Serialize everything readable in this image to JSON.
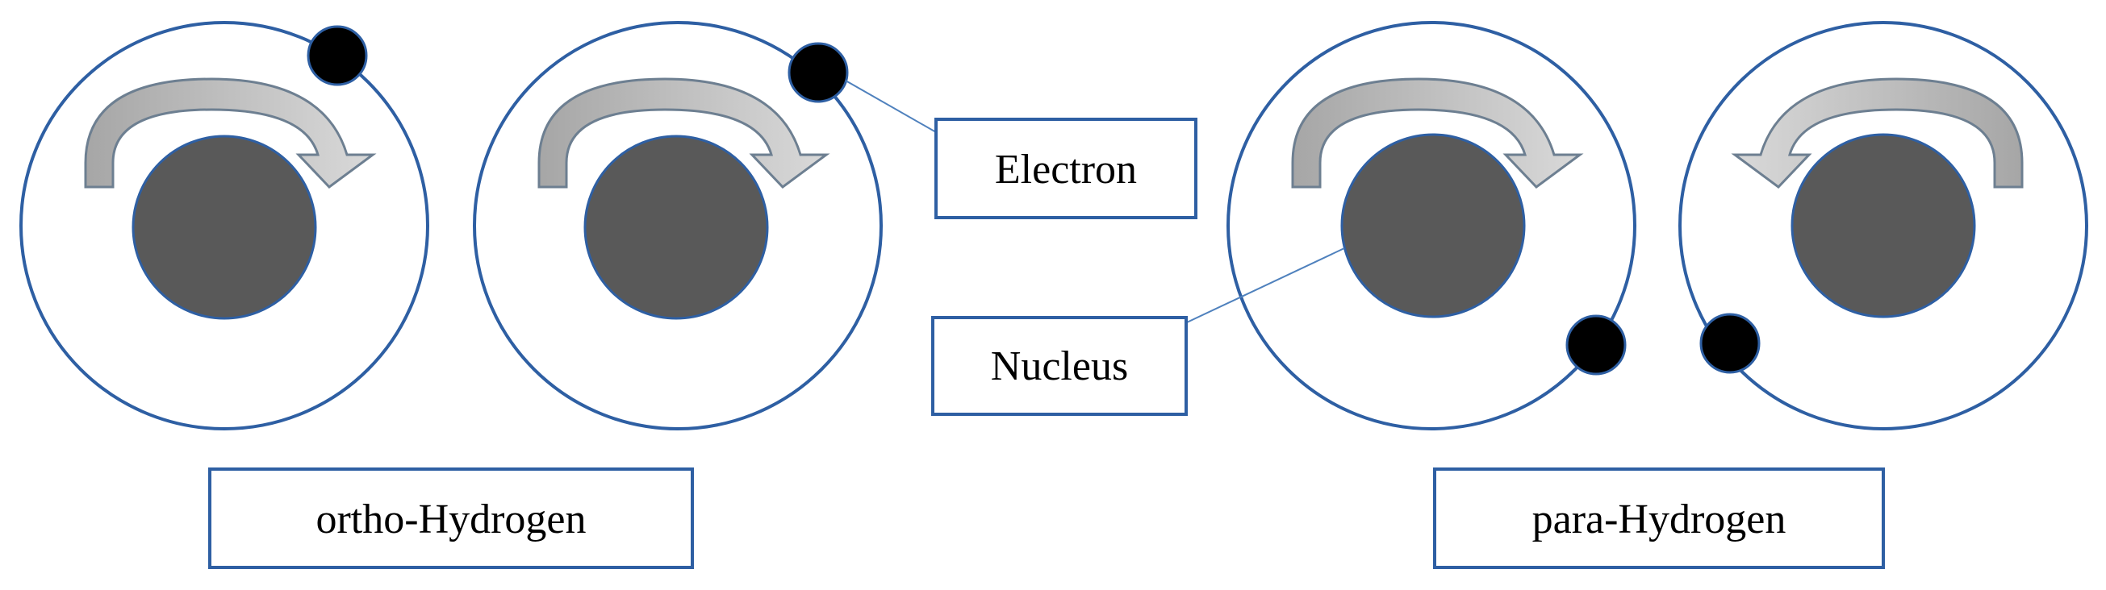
{
  "labels": {
    "electron": "Electron",
    "nucleus": "Nucleus",
    "ortho": "ortho-Hydrogen",
    "para": "para-Hydrogen"
  },
  "colors": {
    "orbit_stroke": "#2e5fa3",
    "nucleus_fill": "#595959",
    "electron_fill": "#000000",
    "arrow_dark": "#a6a6a6",
    "arrow_light": "#d9d9d9"
  },
  "icons": [
    "spin-arrow-clockwise",
    "spin-arrow-counterclockwise"
  ]
}
